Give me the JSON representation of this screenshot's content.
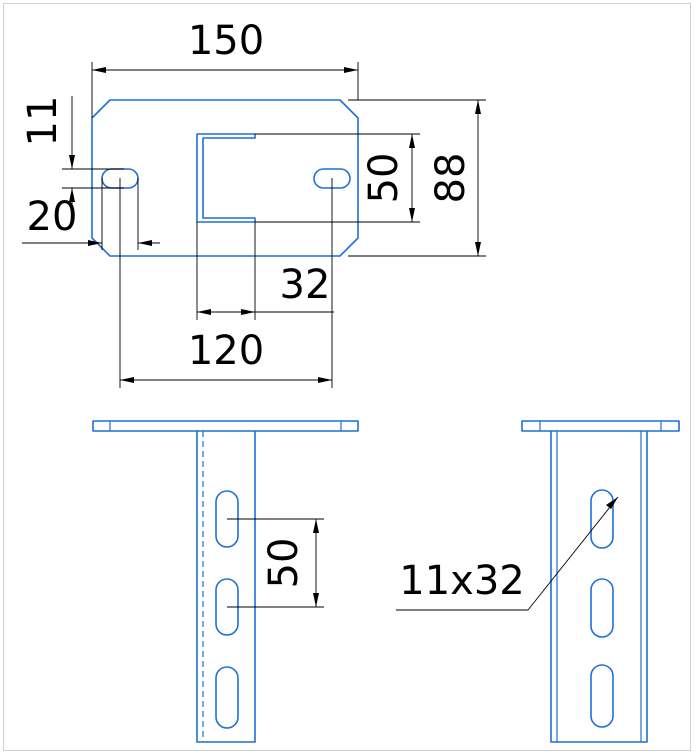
{
  "drawing": {
    "palette": {
      "part": "#1e6fd9",
      "dimension": "#000000",
      "frame": "#d0d0d0",
      "background": "#ffffff"
    },
    "plan_view": {
      "overall_width": "150",
      "overall_height": "88",
      "cutout_height": "50",
      "slot_spacing": "120",
      "slot_width": "11",
      "slot_length": "20",
      "profile_width": "32"
    },
    "front_view": {
      "slot_pitch": "50"
    },
    "side_view": {
      "slot_callout": "11x32"
    }
  }
}
